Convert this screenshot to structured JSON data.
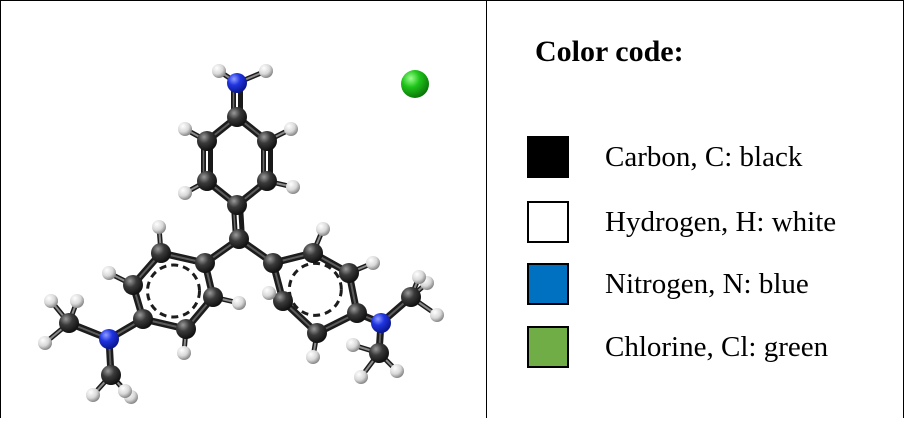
{
  "legend": {
    "title": "Color code:",
    "items": [
      {
        "label": "Carbon, C: black",
        "color": "#000000"
      },
      {
        "label": "Hydrogen, H: white",
        "color": "#ffffff"
      },
      {
        "label": "Nitrogen, N: blue",
        "color": "#0070c0"
      },
      {
        "label": "Chlorine, Cl: green",
        "color": "#70ad47"
      }
    ]
  },
  "atom_colors": {
    "carbon": "#2a2a2a",
    "hydrogen": "#e8e8e8",
    "nitrogen": "#1a2fd6",
    "chlorine": "#22c41e"
  }
}
